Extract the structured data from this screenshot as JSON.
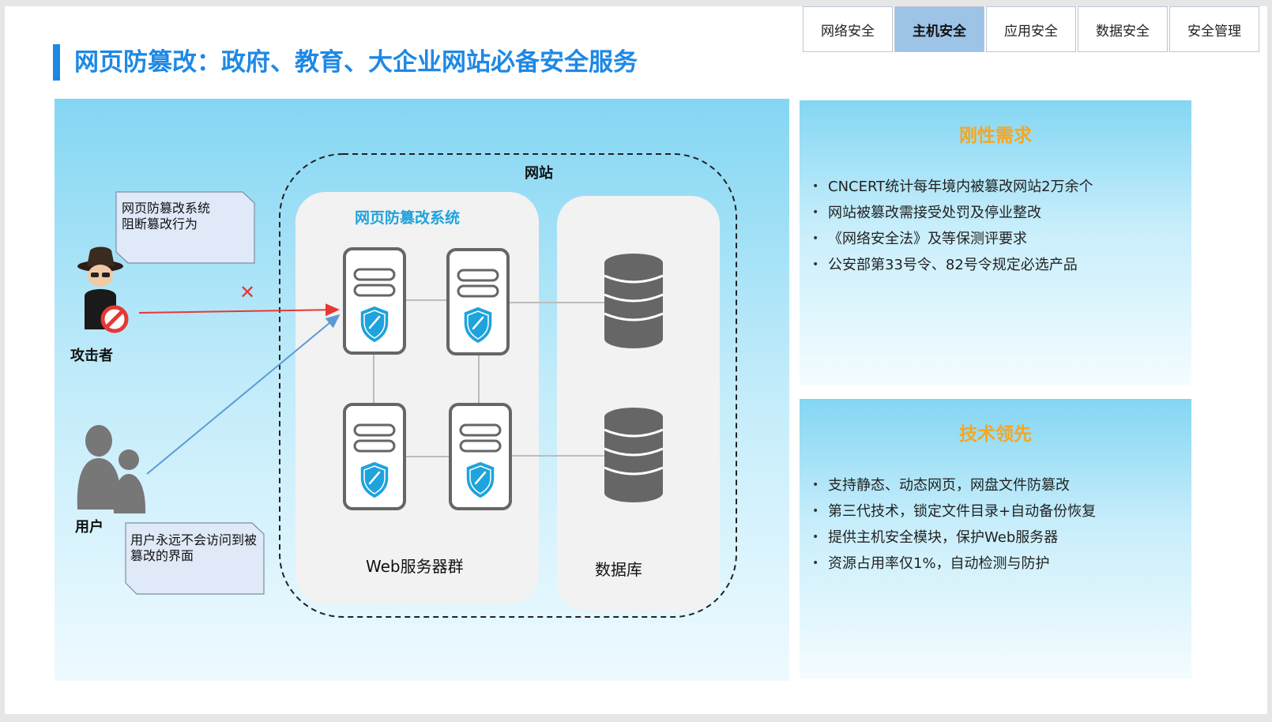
{
  "tabs": [
    {
      "label": "网络安全",
      "active": false
    },
    {
      "label": "主机安全",
      "active": true
    },
    {
      "label": "应用安全",
      "active": false
    },
    {
      "label": "数据安全",
      "active": false
    },
    {
      "label": "安全管理",
      "active": false
    }
  ],
  "title": "网页防篡改：政府、教育、大企业网站必备安全服务",
  "diagram": {
    "website_label": "网站",
    "system_label": "网页防篡改系统",
    "server_group_label": "Web服务器群",
    "database_label": "数据库",
    "attacker_label": "攻击者",
    "user_label": "用户",
    "attacker_callout": [
      "网页防篡改系统",
      "阻断篡改行为"
    ],
    "user_callout": [
      "用户永远不会访问到被",
      "篡改的界面"
    ],
    "blocked_mark": "✕"
  },
  "panels": [
    {
      "title": "刚性需求",
      "items": [
        "CNCERT统计每年境内被篡改网站2万余个",
        "网站被篡改需接受处罚及停业整改",
        "《网络安全法》及等保测评要求",
        "公安部第33号令、82号令规定必选产品"
      ]
    },
    {
      "title": "技术领先",
      "items": [
        "支持静态、动态网页，网盘文件防篡改",
        "第三代技术，锁定文件目录+自动备份恢复",
        "提供主机安全模块，保护Web服务器",
        "资源占用率仅1%，自动检测与防护"
      ]
    }
  ],
  "colors": {
    "accent": "#1e88e5",
    "panel_title": "#f5a623",
    "attack_line": "#e53935",
    "user_line": "#5b9bd5",
    "server_icon": "#666666",
    "shield": "#1ea3dc"
  }
}
